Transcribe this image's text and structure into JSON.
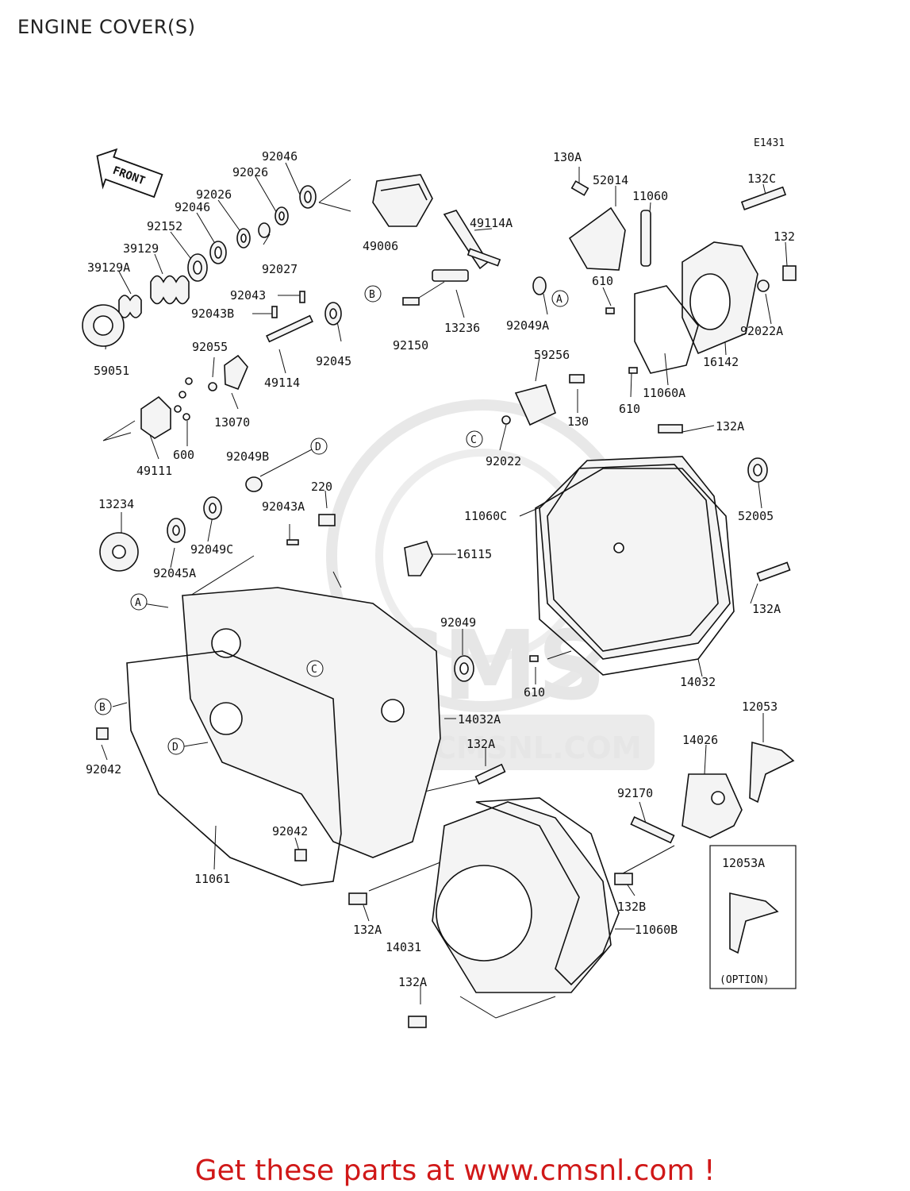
{
  "title": "ENGINE COVER(S)",
  "figure_code": "E1431",
  "front_label": "FRONT",
  "option_label": "(OPTION)",
  "watermark": {
    "logo_text": "CMS",
    "url_text": "WWW.CMSNL.COM"
  },
  "footer_text": "Get these parts at www.cmsnl.com !",
  "colors": {
    "footer": "#d01818",
    "line": "#111111",
    "watermark": "#e4e4e4"
  },
  "reference_markers": [
    "A",
    "B",
    "C",
    "D"
  ],
  "part_labels": [
    "92046",
    "92026",
    "92026",
    "92046",
    "92152",
    "39129",
    "39129A",
    "92027",
    "49006",
    "49114A",
    "92043",
    "92043B",
    "92045",
    "13236",
    "92150",
    "92049A",
    "59051",
    "92055",
    "13070",
    "49114",
    "600",
    "49111",
    "59256",
    "130",
    "92022",
    "130A",
    "52014",
    "11060",
    "132C",
    "132",
    "610",
    "92022A",
    "16142",
    "11060A",
    "610",
    "132A",
    "52005",
    "11060C",
    "132A",
    "92049B",
    "220",
    "92043A",
    "13234",
    "92049C",
    "92045A",
    "16115",
    "92049",
    "610",
    "14032",
    "14032A",
    "92042",
    "132A",
    "12053",
    "14026",
    "92170",
    "92042",
    "11061",
    "132B",
    "12053A",
    "132A",
    "14031",
    "11060B",
    "132A"
  ]
}
